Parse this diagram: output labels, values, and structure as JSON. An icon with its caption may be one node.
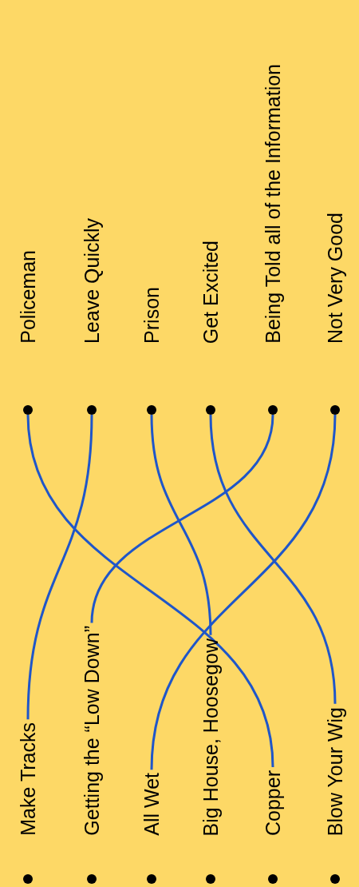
{
  "diagram": {
    "nodes": [
      {
        "text": [
          "Policeman"
        ]
      },
      {
        "text": [
          "Leave Quickly"
        ]
      },
      {
        "text": [
          "Prison"
        ]
      },
      {
        "text": [
          "Get Excited"
        ]
      },
      {
        "text": [
          "Being Told all of the Information"
        ]
      },
      {
        "text": [
          "Not Very Good"
        ]
      },
      {
        "text": [],
        "shape": "circle"
      },
      {
        "text": [],
        "shape": "circle"
      },
      {
        "text": [],
        "shape": "circle"
      },
      {
        "text": [],
        "shape": "circle"
      },
      {
        "text": [],
        "shape": "circle"
      },
      {
        "text": [],
        "shape": "circle"
      },
      {
        "text": [
          "Make Tracks"
        ]
      },
      {
        "text": [
          "Getting the “Low Down”"
        ]
      },
      {
        "text": [
          "All Wet"
        ]
      },
      {
        "text": [
          "Big House, Hoosegow"
        ]
      },
      {
        "text": [
          "Copper"
        ]
      },
      {
        "text": [
          "Blow Your Wig"
        ]
      }
    ],
    "edges": [
      {
        "from": 12,
        "to": 7,
        "arrow": "none"
      },
      {
        "from": 13,
        "to": 10,
        "arrow": "none"
      },
      {
        "from": 14,
        "to": 11,
        "arrow": "none"
      },
      {
        "from": 15,
        "to": 8,
        "arrow": "none"
      },
      {
        "from": 16,
        "to": 6,
        "arrow": "none"
      },
      {
        "from": 17,
        "to": 9,
        "arrow": "none"
      }
    ]
  }
}
